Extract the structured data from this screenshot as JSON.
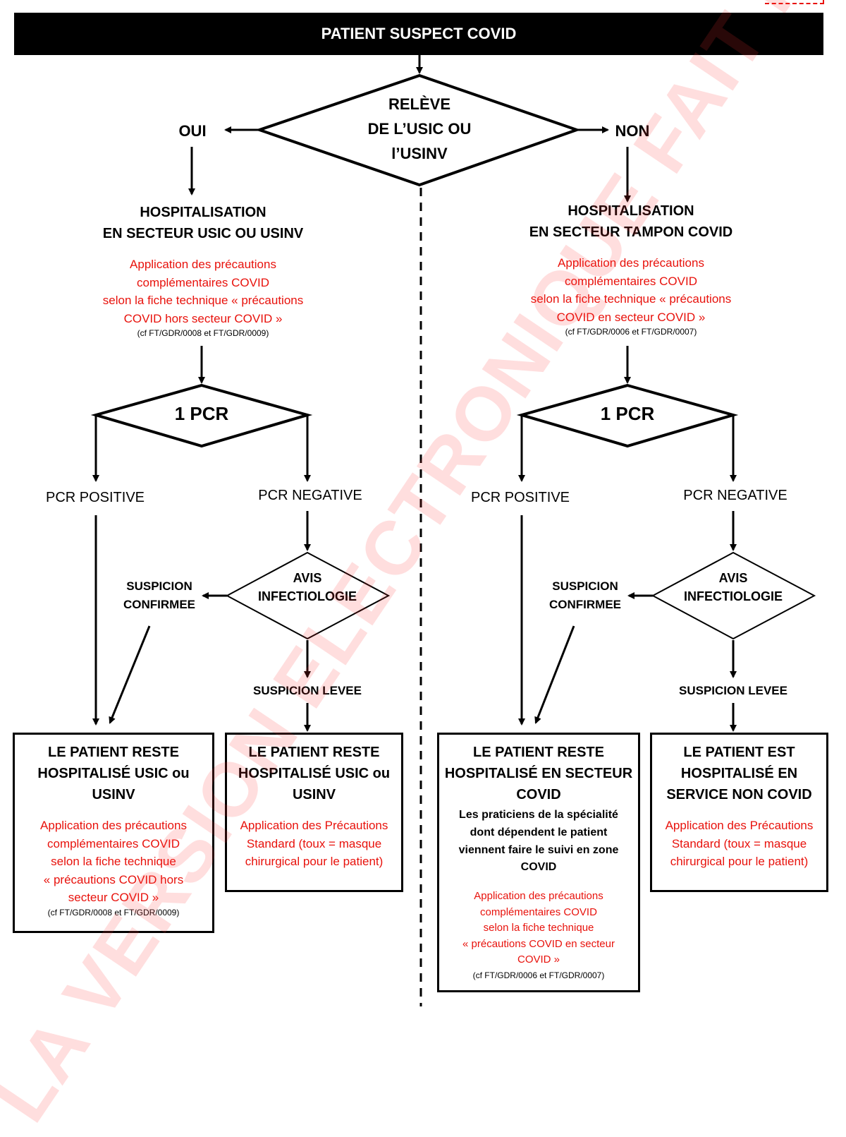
{
  "watermark": "LA VERSION ELECTRONIQUE FAIT FOI",
  "colors": {
    "accent_red": "#e8120c",
    "title_bg": "#000000"
  },
  "title": "PATIENT SUSPECT COVID",
  "decision_main": "RELÈVE\nDE L’USIC OU\nl’USINV",
  "branch_yes": "OUI",
  "branch_no": "NON",
  "left": {
    "hosp_title": "HOSPITALISATION\nEN SECTEUR USIC OU USINV",
    "hosp_text": "Application des précautions\ncomplémentaires COVID\nselon la fiche technique « précautions\nCOVID hors secteur COVID »",
    "hosp_ref": "(cf FT/GDR/0008 et FT/GDR/0009)",
    "pcr_decision": "1 PCR",
    "pcr_positive": "PCR POSITIVE",
    "pcr_negative": "PCR NEGATIVE",
    "avis": "AVIS\nINFECTIOLOGIE",
    "suspicion_confirmee": "SUSPICION\nCONFIRMEE",
    "suspicion_levee": "SUSPICION LEVEE",
    "outcome1_title": "LE PATIENT RESTE\nHOSPITALISÉ USIC ou\nUSINV",
    "outcome1_text": "Application des précautions\ncomplémentaires COVID\nselon la fiche technique\n« précautions COVID hors\nsecteur COVID »",
    "outcome1_ref": "(cf FT/GDR/0008 et FT/GDR/0009)",
    "outcome2_title": "LE PATIENT RESTE\nHOSPITALISÉ USIC ou\nUSINV",
    "outcome2_text": "Application des Précautions\nStandard (toux  = masque\nchirurgical pour le patient)"
  },
  "right": {
    "hosp_title": "HOSPITALISATION\nEN SECTEUR TAMPON COVID",
    "hosp_text": "Application des précautions\ncomplémentaires COVID\nselon la fiche technique « précautions\nCOVID en secteur COVID »",
    "hosp_ref": "(cf FT/GDR/0006 et FT/GDR/0007)",
    "pcr_decision": "1 PCR",
    "pcr_positive": "PCR POSITIVE",
    "pcr_negative": "PCR NEGATIVE",
    "avis": "AVIS\nINFECTIOLOGIE",
    "suspicion_confirmee": "SUSPICION\nCONFIRMEE",
    "suspicion_levee": "SUSPICION LEVEE",
    "outcome1_title": "LE PATIENT RESTE\nHOSPITALISÉ EN SECTEUR\nCOVID",
    "outcome1_subtext": "Les praticiens de la spécialité\ndont dépendent le patient\nviennent faire le suivi en zone\nCOVID",
    "outcome1_text": "Application des précautions\ncomplémentaires COVID\nselon la fiche technique\n« précautions COVID en secteur\nCOVID »",
    "outcome1_ref": "(cf FT/GDR/0006 et FT/GDR/0007)",
    "outcome2_title": "LE PATIENT EST\nHOSPITALISÉ EN\nSERVICE NON COVID",
    "outcome2_text": "Application des Précautions\nStandard (toux  = masque\nchirurgical pour le patient)"
  }
}
